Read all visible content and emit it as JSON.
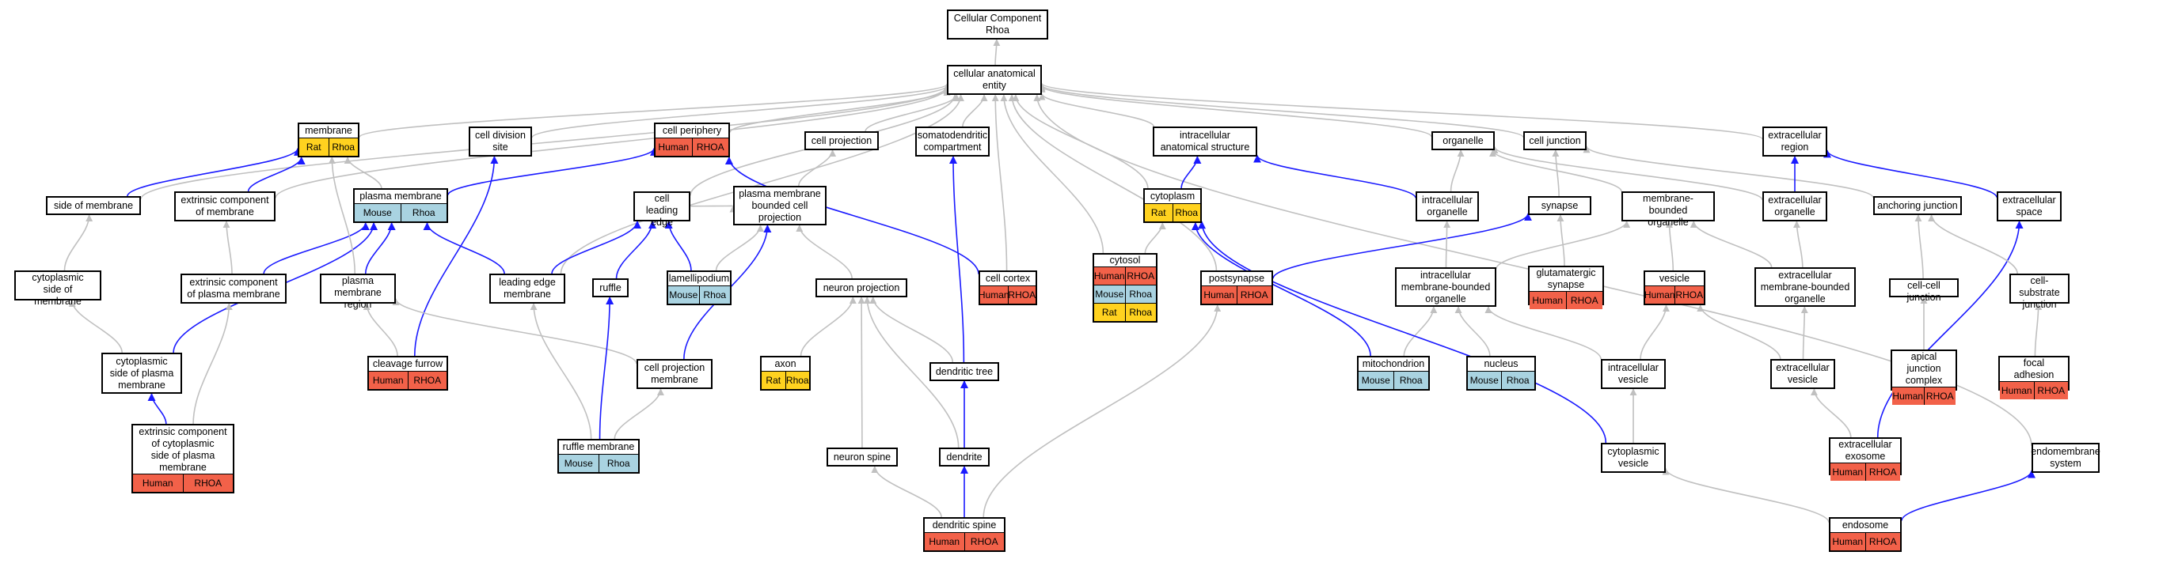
{
  "colors": {
    "human": "#f26149",
    "rat": "#ffd21f",
    "mouse": "#a9d3e1",
    "gray_edge": "#c0c0c0",
    "blue_edge": "#1a1aff"
  },
  "nodes": [
    {
      "id": "root",
      "label": "Cellular Component\nRhoa"
    },
    {
      "id": "cae",
      "label": "cellular anatomical\nentity"
    },
    {
      "id": "membrane",
      "label": "membrane",
      "tags": [
        {
          "s": "rat",
          "t": "Rat"
        },
        {
          "s": "rat",
          "t": "Rhoa"
        }
      ]
    },
    {
      "id": "cds",
      "label": "cell division\nsite"
    },
    {
      "id": "cper",
      "label": "cell periphery",
      "tags": [
        {
          "s": "human",
          "t": "Human"
        },
        {
          "s": "human",
          "t": "RHOA"
        }
      ]
    },
    {
      "id": "cproj",
      "label": "cell projection"
    },
    {
      "id": "sdc",
      "label": "somatodendritic\ncompartment"
    },
    {
      "id": "ias",
      "label": "intracellular\nanatomical structure"
    },
    {
      "id": "organelle",
      "label": "organelle"
    },
    {
      "id": "cj",
      "label": "cell junction"
    },
    {
      "id": "ecr",
      "label": "extracellular\nregion"
    },
    {
      "id": "som",
      "label": "side of membrane"
    },
    {
      "id": "ecm",
      "label": "extrinsic component\nof membrane"
    },
    {
      "id": "pm",
      "label": "plasma membrane",
      "tags": [
        {
          "s": "mouse",
          "t": "Mouse"
        },
        {
          "s": "mouse",
          "t": "Rhoa"
        }
      ]
    },
    {
      "id": "cle",
      "label": "cell leading\nedge"
    },
    {
      "id": "pmbcp",
      "label": "plasma membrane\nbounded cell\nprojection"
    },
    {
      "id": "cyto",
      "label": "cytoplasm",
      "tags": [
        {
          "s": "rat",
          "t": "Rat"
        },
        {
          "s": "rat",
          "t": "Rhoa"
        }
      ]
    },
    {
      "id": "io",
      "label": "intracellular\norganelle"
    },
    {
      "id": "syn",
      "label": "synapse"
    },
    {
      "id": "mbo",
      "label": "membrane-bounded\norganelle"
    },
    {
      "id": "eco",
      "label": "extracellular\norganelle"
    },
    {
      "id": "aj",
      "label": "anchoring junction"
    },
    {
      "id": "ecs",
      "label": "extracellular\nspace"
    },
    {
      "id": "csm",
      "label": "cytoplasmic\nside of membrane"
    },
    {
      "id": "ecpm",
      "label": "extrinsic component\nof plasma membrane"
    },
    {
      "id": "pmr",
      "label": "plasma membrane\nregion"
    },
    {
      "id": "lem",
      "label": "leading edge\nmembrane"
    },
    {
      "id": "ruffle",
      "label": "ruffle"
    },
    {
      "id": "lam",
      "label": "lamellipodium",
      "tags": [
        {
          "s": "mouse",
          "t": "Mouse"
        },
        {
          "s": "mouse",
          "t": "Rhoa"
        }
      ]
    },
    {
      "id": "np",
      "label": "neuron projection"
    },
    {
      "id": "cc",
      "label": "cell cortex",
      "tags": [
        {
          "s": "human",
          "t": "Human"
        },
        {
          "s": "human",
          "t": "RHOA"
        }
      ]
    },
    {
      "id": "cytosol",
      "label": "cytosol",
      "tags": [
        {
          "s": "human",
          "t": "Human"
        },
        {
          "s": "human",
          "t": "RHOA"
        }
      ],
      "tags2": [
        {
          "s": "mouse",
          "t": "Mouse"
        },
        {
          "s": "mouse",
          "t": "Rhoa"
        }
      ],
      "tags3": [
        {
          "s": "rat",
          "t": "Rat"
        },
        {
          "s": "rat",
          "t": "Rhoa"
        }
      ]
    },
    {
      "id": "psyn",
      "label": "postsynapse",
      "tags": [
        {
          "s": "human",
          "t": "Human"
        },
        {
          "s": "human",
          "t": "RHOA"
        }
      ]
    },
    {
      "id": "imbo",
      "label": "intracellular\nmembrane-bounded\norganelle"
    },
    {
      "id": "gs",
      "label": "glutamatergic\nsynapse",
      "tags": [
        {
          "s": "human",
          "t": "Human"
        },
        {
          "s": "human",
          "t": "RHOA"
        }
      ]
    },
    {
      "id": "vesicle",
      "label": "vesicle",
      "tags": [
        {
          "s": "human",
          "t": "Human"
        },
        {
          "s": "human",
          "t": "RHOA"
        }
      ]
    },
    {
      "id": "ecmbo",
      "label": "extracellular\nmembrane-bounded\norganelle"
    },
    {
      "id": "ccj",
      "label": "cell-cell junction"
    },
    {
      "id": "csj",
      "label": "cell-substrate\njunction"
    },
    {
      "id": "cspm",
      "label": "cytoplasmic\nside of plasma\nmembrane"
    },
    {
      "id": "cf",
      "label": "cleavage furrow",
      "tags": [
        {
          "s": "human",
          "t": "Human"
        },
        {
          "s": "human",
          "t": "RHOA"
        }
      ]
    },
    {
      "id": "cpm",
      "label": "cell projection\nmembrane"
    },
    {
      "id": "axon",
      "label": "axon",
      "tags": [
        {
          "s": "rat",
          "t": "Rat"
        },
        {
          "s": "rat",
          "t": "Rhoa"
        }
      ]
    },
    {
      "id": "dt",
      "label": "dendritic tree"
    },
    {
      "id": "mito",
      "label": "mitochondrion",
      "tags": [
        {
          "s": "mouse",
          "t": "Mouse"
        },
        {
          "s": "mouse",
          "t": "Rhoa"
        }
      ]
    },
    {
      "id": "nucleus",
      "label": "nucleus",
      "tags": [
        {
          "s": "mouse",
          "t": "Mouse"
        },
        {
          "s": "mouse",
          "t": "Rhoa"
        }
      ]
    },
    {
      "id": "iv",
      "label": "intracellular\nvesicle"
    },
    {
      "id": "ecv",
      "label": "extracellular\nvesicle"
    },
    {
      "id": "ajc",
      "label": "apical junction\ncomplex",
      "tags": [
        {
          "s": "human",
          "t": "Human"
        },
        {
          "s": "human",
          "t": "RHOA"
        }
      ]
    },
    {
      "id": "fa",
      "label": "focal adhesion",
      "tags": [
        {
          "s": "human",
          "t": "Human"
        },
        {
          "s": "human",
          "t": "RHOA"
        }
      ]
    },
    {
      "id": "eccpm",
      "label": "extrinsic component\nof cytoplasmic\nside of plasma\nmembrane",
      "tags": [
        {
          "s": "human",
          "t": "Human"
        },
        {
          "s": "human",
          "t": "RHOA"
        }
      ]
    },
    {
      "id": "rm",
      "label": "ruffle membrane",
      "tags": [
        {
          "s": "mouse",
          "t": "Mouse"
        },
        {
          "s": "mouse",
          "t": "Rhoa"
        }
      ]
    },
    {
      "id": "nspine",
      "label": "neuron spine"
    },
    {
      "id": "dendrite",
      "label": "dendrite"
    },
    {
      "id": "cv",
      "label": "cytoplasmic\nvesicle"
    },
    {
      "id": "exo",
      "label": "extracellular\nexosome",
      "tags": [
        {
          "s": "human",
          "t": "Human"
        },
        {
          "s": "human",
          "t": "RHOA"
        }
      ]
    },
    {
      "id": "ems",
      "label": "endomembrane\nsystem"
    },
    {
      "id": "ds",
      "label": "dendritic spine",
      "tags": [
        {
          "s": "human",
          "t": "Human"
        },
        {
          "s": "human",
          "t": "RHOA"
        }
      ]
    },
    {
      "id": "endo",
      "label": "endosome",
      "tags": [
        {
          "s": "human",
          "t": "Human"
        },
        {
          "s": "human",
          "t": "RHOA"
        }
      ]
    }
  ],
  "edges": [
    {
      "from": "cae",
      "to": "root",
      "kind": "gray"
    },
    {
      "from": "membrane",
      "to": "cae",
      "kind": "gray"
    },
    {
      "from": "cds",
      "to": "cae",
      "kind": "gray"
    },
    {
      "from": "cper",
      "to": "cae",
      "kind": "gray"
    },
    {
      "from": "cproj",
      "to": "cae",
      "kind": "gray"
    },
    {
      "from": "sdc",
      "to": "cae",
      "kind": "gray"
    },
    {
      "from": "ias",
      "to": "cae",
      "kind": "gray"
    },
    {
      "from": "organelle",
      "to": "cae",
      "kind": "gray"
    },
    {
      "from": "cj",
      "to": "cae",
      "kind": "gray"
    },
    {
      "from": "ecr",
      "to": "cae",
      "kind": "gray"
    },
    {
      "from": "som",
      "to": "cae",
      "kind": "gray"
    },
    {
      "from": "ecm",
      "to": "cae",
      "kind": "gray"
    },
    {
      "from": "cle",
      "to": "cae",
      "kind": "gray"
    },
    {
      "from": "cyto",
      "to": "cae",
      "kind": "gray"
    },
    {
      "from": "cc",
      "to": "cae",
      "kind": "gray"
    },
    {
      "from": "cytosol",
      "to": "cae",
      "kind": "gray"
    },
    {
      "from": "psyn",
      "to": "cae",
      "kind": "gray"
    },
    {
      "from": "ems",
      "to": "cae",
      "kind": "gray"
    },
    {
      "from": "lem",
      "to": "cae",
      "kind": "gray"
    },
    {
      "from": "som",
      "to": "membrane",
      "kind": "blue"
    },
    {
      "from": "ecm",
      "to": "membrane",
      "kind": "blue"
    },
    {
      "from": "pm",
      "to": "membrane",
      "kind": "gray"
    },
    {
      "from": "pm",
      "to": "cper",
      "kind": "blue"
    },
    {
      "from": "cc",
      "to": "cper",
      "kind": "blue"
    },
    {
      "from": "pmbcp",
      "to": "cproj",
      "kind": "gray"
    },
    {
      "from": "cyto",
      "to": "ias",
      "kind": "blue"
    },
    {
      "from": "io",
      "to": "ias",
      "kind": "blue"
    },
    {
      "from": "io",
      "to": "organelle",
      "kind": "gray"
    },
    {
      "from": "mbo",
      "to": "organelle",
      "kind": "gray"
    },
    {
      "from": "syn",
      "to": "cj",
      "kind": "gray"
    },
    {
      "from": "aj",
      "to": "cj",
      "kind": "gray"
    },
    {
      "from": "eco",
      "to": "ecr",
      "kind": "blue"
    },
    {
      "from": "ecs",
      "to": "ecr",
      "kind": "blue"
    },
    {
      "from": "eco",
      "to": "organelle",
      "kind": "gray"
    },
    {
      "from": "csm",
      "to": "som",
      "kind": "gray"
    },
    {
      "from": "ecpm",
      "to": "ecm",
      "kind": "gray"
    },
    {
      "from": "ecpm",
      "to": "pm",
      "kind": "blue"
    },
    {
      "from": "cspm",
      "to": "pm",
      "kind": "blue"
    },
    {
      "from": "pmr",
      "to": "pm",
      "kind": "blue"
    },
    {
      "from": "lem",
      "to": "pm",
      "kind": "blue"
    },
    {
      "from": "pmr",
      "to": "membrane",
      "kind": "gray"
    },
    {
      "from": "lem",
      "to": "cle",
      "kind": "blue"
    },
    {
      "from": "ruffle",
      "to": "cle",
      "kind": "blue"
    },
    {
      "from": "lam",
      "to": "cle",
      "kind": "blue"
    },
    {
      "from": "cle",
      "to": "pmbcp",
      "kind": "gray"
    },
    {
      "from": "lam",
      "to": "pmbcp",
      "kind": "gray"
    },
    {
      "from": "cpm",
      "to": "pmbcp",
      "kind": "blue"
    },
    {
      "from": "np",
      "to": "pmbcp",
      "kind": "gray"
    },
    {
      "from": "cspm",
      "to": "csm",
      "kind": "gray"
    },
    {
      "from": "eccpm",
      "to": "cspm",
      "kind": "blue"
    },
    {
      "from": "eccpm",
      "to": "ecpm",
      "kind": "gray"
    },
    {
      "from": "cf",
      "to": "pmr",
      "kind": "gray"
    },
    {
      "from": "cf",
      "to": "cds",
      "kind": "blue"
    },
    {
      "from": "cpm",
      "to": "pmr",
      "kind": "gray"
    },
    {
      "from": "rm",
      "to": "ruffle",
      "kind": "blue"
    },
    {
      "from": "rm",
      "to": "lem",
      "kind": "gray"
    },
    {
      "from": "rm",
      "to": "cpm",
      "kind": "gray"
    },
    {
      "from": "axon",
      "to": "np",
      "kind": "gray"
    },
    {
      "from": "dt",
      "to": "np",
      "kind": "gray"
    },
    {
      "from": "dendrite",
      "to": "np",
      "kind": "gray"
    },
    {
      "from": "nspine",
      "to": "np",
      "kind": "gray"
    },
    {
      "from": "dt",
      "to": "sdc",
      "kind": "blue"
    },
    {
      "from": "dendrite",
      "to": "dt",
      "kind": "blue"
    },
    {
      "from": "ds",
      "to": "dendrite",
      "kind": "blue"
    },
    {
      "from": "ds",
      "to": "nspine",
      "kind": "gray"
    },
    {
      "from": "ds",
      "to": "psyn",
      "kind": "gray"
    },
    {
      "from": "psyn",
      "to": "syn",
      "kind": "blue"
    },
    {
      "from": "gs",
      "to": "syn",
      "kind": "gray"
    },
    {
      "from": "imbo",
      "to": "io",
      "kind": "gray"
    },
    {
      "from": "imbo",
      "to": "mbo",
      "kind": "gray"
    },
    {
      "from": "ecmbo",
      "to": "eco",
      "kind": "gray"
    },
    {
      "from": "ecmbo",
      "to": "mbo",
      "kind": "gray"
    },
    {
      "from": "vesicle",
      "to": "mbo",
      "kind": "gray"
    },
    {
      "from": "mito",
      "to": "cyto",
      "kind": "blue"
    },
    {
      "from": "mito",
      "to": "imbo",
      "kind": "gray"
    },
    {
      "from": "nucleus",
      "to": "imbo",
      "kind": "gray"
    },
    {
      "from": "iv",
      "to": "imbo",
      "kind": "gray"
    },
    {
      "from": "iv",
      "to": "vesicle",
      "kind": "gray"
    },
    {
      "from": "ecv",
      "to": "vesicle",
      "kind": "gray"
    },
    {
      "from": "ecv",
      "to": "ecmbo",
      "kind": "gray"
    },
    {
      "from": "cv",
      "to": "iv",
      "kind": "gray"
    },
    {
      "from": "cv",
      "to": "cyto",
      "kind": "blue"
    },
    {
      "from": "exo",
      "to": "ecv",
      "kind": "gray"
    },
    {
      "from": "exo",
      "to": "ecs",
      "kind": "blue"
    },
    {
      "from": "ccj",
      "to": "aj",
      "kind": "gray"
    },
    {
      "from": "csj",
      "to": "aj",
      "kind": "gray"
    },
    {
      "from": "ajc",
      "to": "ccj",
      "kind": "gray"
    },
    {
      "from": "fa",
      "to": "csj",
      "kind": "gray"
    },
    {
      "from": "endo",
      "to": "ems",
      "kind": "blue"
    },
    {
      "from": "endo",
      "to": "cv",
      "kind": "gray"
    },
    {
      "from": "cytosol",
      "to": "cyto",
      "kind": "gray"
    }
  ]
}
